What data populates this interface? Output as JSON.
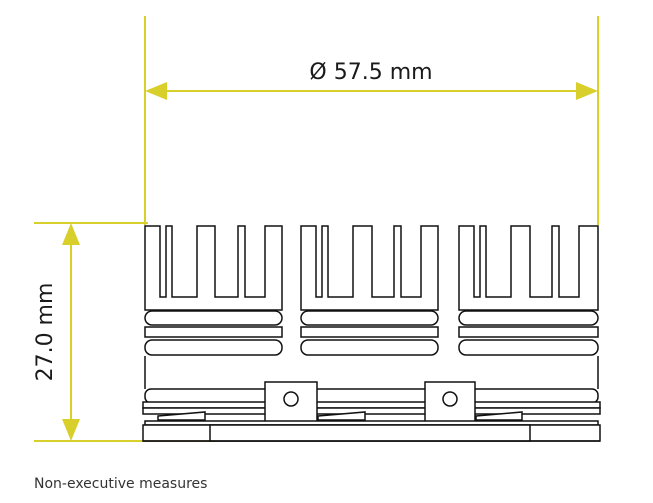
{
  "dimensions": {
    "diameter_label": "Ø 57.5 mm",
    "height_label": "27.0 mm"
  },
  "footnote": "Non-executive measures",
  "colors": {
    "dimension_line": "#d9cf2a",
    "outline": "#111111",
    "background": "#ffffff"
  }
}
